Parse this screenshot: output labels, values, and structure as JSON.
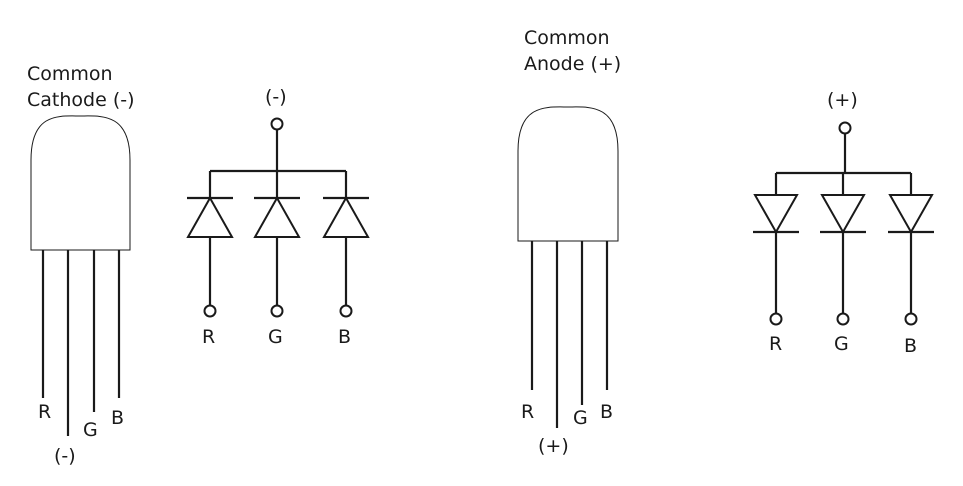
{
  "left_panel": {
    "title_line1": "Common",
    "title_line2": "Cathode (-)",
    "led_leads": {
      "r": "R",
      "common": "(-)",
      "g": "G",
      "b": "B"
    },
    "schematic": {
      "common_terminal": "(-)",
      "r": "R",
      "g": "G",
      "b": "B"
    }
  },
  "right_panel": {
    "title_line1": "Common",
    "title_line2": "Anode (+)",
    "led_leads": {
      "r": "R",
      "common": "(+)",
      "g": "G",
      "b": "B"
    },
    "schematic": {
      "common_terminal": "(+)",
      "r": "R",
      "g": "G",
      "b": "B"
    }
  }
}
